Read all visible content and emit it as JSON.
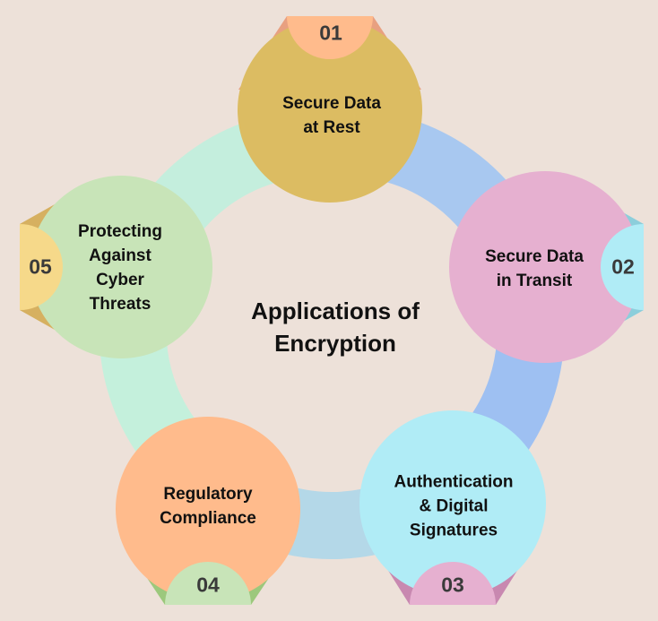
{
  "title": "Applications of\nEncryption",
  "items": [
    {
      "number": "01",
      "label": "Secure Data\nat Rest",
      "color": "#DCBC62",
      "badge_color": "#FFBB8C"
    },
    {
      "number": "02",
      "label": "Secure Data\nin Transit",
      "color": "#E6B0D0",
      "badge_color": "#B0ECF6"
    },
    {
      "number": "03",
      "label": "Authentication\n& Digital\nSignatures",
      "color": "#B0ECF6",
      "badge_color": "#E6B0D0"
    },
    {
      "number": "04",
      "label": "Regulatory\nCompliance",
      "color": "#FFBB8C",
      "badge_color": "#C8E4B8"
    },
    {
      "number": "05",
      "label": "Protecting\nAgainst\nCyber\nThreats",
      "color": "#C8E4B8",
      "badge_color": "#F6D98A"
    }
  ]
}
